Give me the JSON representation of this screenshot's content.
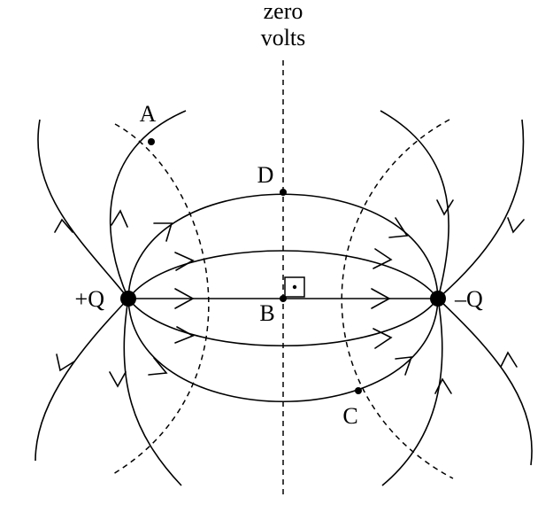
{
  "labels": {
    "zero_top": "zero",
    "zero_bottom": "volts",
    "pos_charge": "+Q",
    "neg_charge": "–Q",
    "point_a": "A",
    "point_b": "B",
    "point_c": "C",
    "point_d": "D"
  },
  "colors": {
    "ink": "#000000",
    "background": "#ffffff"
  }
}
